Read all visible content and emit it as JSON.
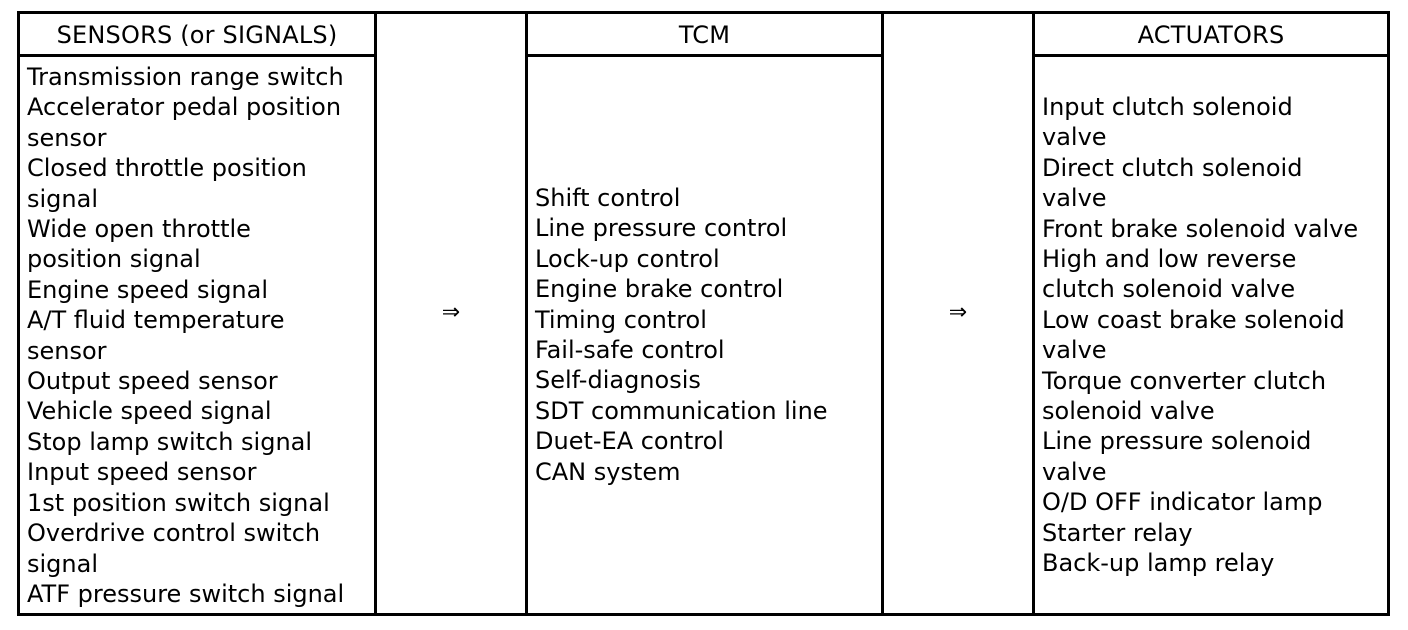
{
  "sensors": {
    "header": "SENSORS (or SIGNALS)",
    "items": "Transmission range switch\nAccelerator pedal position\nsensor\nClosed throttle position\nsignal\nWide open throttle\nposition signal\nEngine speed signal\nA/T fluid temperature\nsensor\nOutput speed sensor\nVehicle speed signal\nStop lamp switch signal\nInput speed sensor\n1st position switch signal\nOverdrive control switch\nsignal\nATF pressure switch signal"
  },
  "arrow1": "⇒",
  "tcm": {
    "header": "TCM",
    "items": "Shift control\nLine pressure control\nLock-up control\nEngine brake control\nTiming control\nFail-safe control\nSelf-diagnosis\nSDT communication line\nDuet-EA control\nCAN system"
  },
  "arrow2": "⇒",
  "actuators": {
    "header": "ACTUATORS",
    "items": "Input clutch solenoid\nvalve\nDirect clutch solenoid\nvalve\nFront brake solenoid valve\nHigh and low reverse\nclutch solenoid valve\nLow coast brake solenoid\nvalve\nTorque converter clutch\nsolenoid valve\nLine pressure solenoid\nvalve\nO/D OFF indicator lamp\nStarter relay\nBack-up lamp relay"
  }
}
